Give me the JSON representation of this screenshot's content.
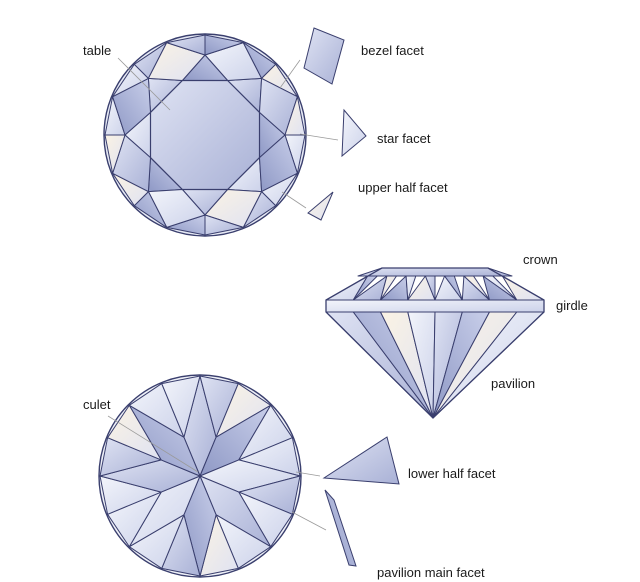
{
  "labels": {
    "table": "table",
    "bezel_facet": "bezel facet",
    "star_facet": "star facet",
    "upper_half_facet": "upper half facet",
    "crown": "crown",
    "girdle": "girdle",
    "pavilion": "pavilion",
    "culet": "culet",
    "lower_half_facet": "lower half facet",
    "pavilion_main_facet": "pavilion main facet"
  },
  "colors": {
    "outline": "#3a3f6e",
    "facet_light": "#e9ecf7",
    "facet_mid": "#c4cbe6",
    "facet_dark": "#9aa3cc",
    "facet_warm": "#f6ead6",
    "leader": "#9a9a9a"
  }
}
